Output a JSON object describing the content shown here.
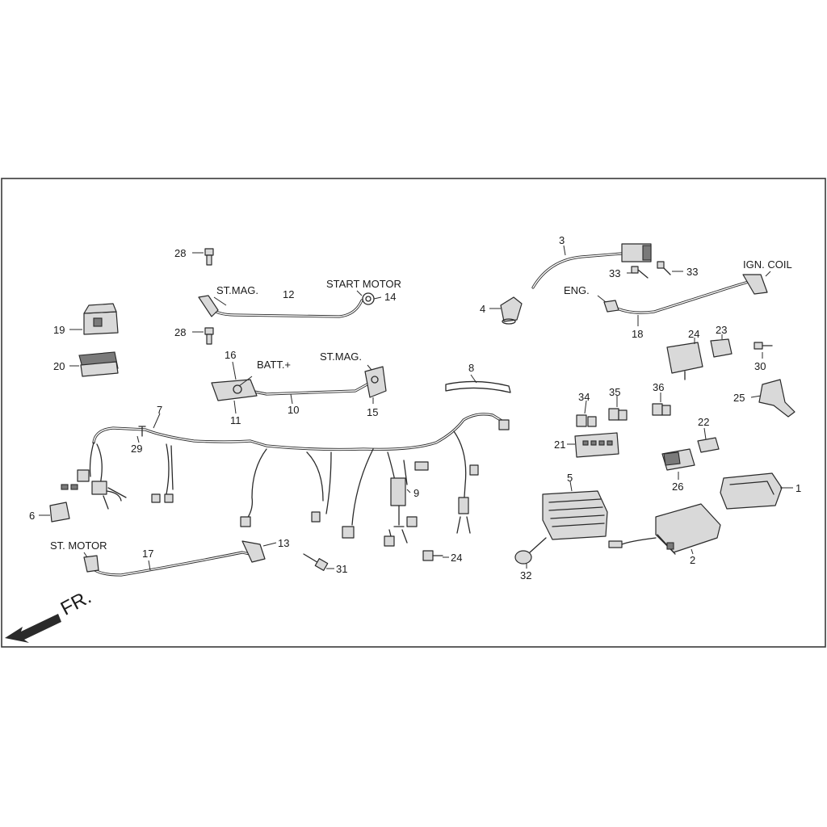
{
  "part_numbers": {
    "n1": "1",
    "n2": "2",
    "n3": "3",
    "n4": "4",
    "n5": "5",
    "n6": "6",
    "n7": "7",
    "n8": "8",
    "n9": "9",
    "n10": "10",
    "n11": "11",
    "n12": "12",
    "n13": "13",
    "n14": "14",
    "n15": "15",
    "n16": "16",
    "n17": "17",
    "n18": "18",
    "n19": "19",
    "n20": "20",
    "n21": "21",
    "n22": "22",
    "n23": "23",
    "n24a": "24",
    "n24b": "24",
    "n25": "25",
    "n26": "26",
    "n28a": "28",
    "n28b": "28",
    "n29": "29",
    "n30": "30",
    "n31": "31",
    "n32": "32",
    "n33a": "33",
    "n33b": "33",
    "n34": "34",
    "n35": "35",
    "n36": "36"
  },
  "labels": {
    "st_mag_1": "ST.MAG.",
    "start_motor": "START MOTOR",
    "batt_plus": "BATT.+",
    "st_mag_2": "ST.MAG.",
    "eng": "ENG.",
    "ign_coil": "IGN. COIL",
    "st_motor": "ST. MOTOR",
    "front": "FR."
  },
  "colors": {
    "line": "#2a2a2a",
    "part_fill": "#d9d9d9",
    "background": "#ffffff"
  }
}
